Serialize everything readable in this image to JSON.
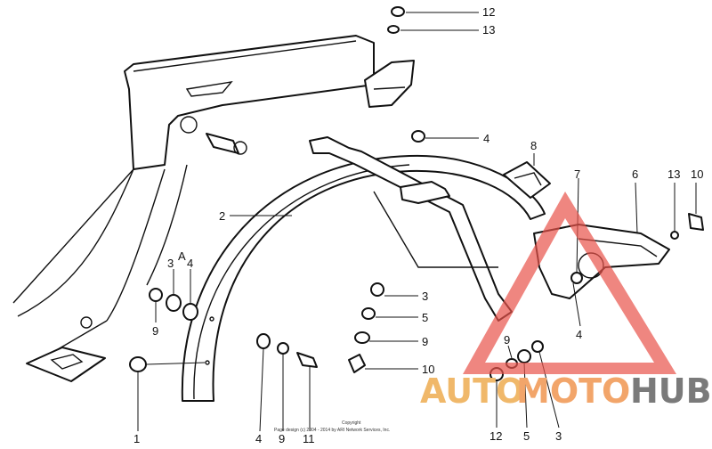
{
  "labels": {
    "l1": "1",
    "l2": "2",
    "l3a": "3",
    "lA": "A",
    "l4a": "4",
    "l9a": "9",
    "l12top": "12",
    "l13top": "13",
    "l4top": "4",
    "l8": "8",
    "l7": "7",
    "l6": "6",
    "l13r": "13",
    "l10r": "10",
    "l3mid": "3",
    "l5mid": "5",
    "l9mid": "9",
    "l10mid": "10",
    "l4low": "4",
    "l9low": "9",
    "l11": "11",
    "l9right": "9",
    "l4right": "4",
    "l12b": "12",
    "l5b": "5",
    "l3b": "3"
  },
  "copyright": {
    "line1": "Copyright",
    "line2": "Page design (c) 2004 - 2014 by ARI Network Services, Inc."
  },
  "watermark": {
    "part1": "AUTO",
    "part2": "MOTO",
    "part3": "HUB",
    "colors": {
      "triangle": "#e8524a",
      "auto": "#f0b86a",
      "moto": "#f2a56a",
      "hub": "#7a7a7a"
    }
  }
}
